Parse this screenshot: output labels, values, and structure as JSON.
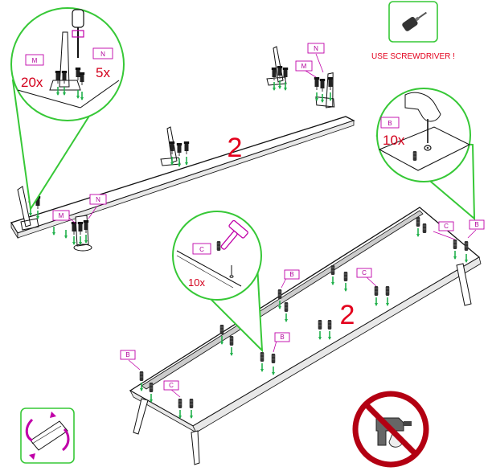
{
  "step_top": "2",
  "step_bottom": "2",
  "warning": "USE SCREWDRIVER !",
  "zoom_left": {
    "tag_m": "M",
    "qty_m": "20x",
    "tag_n": "N",
    "qty_n": "5x"
  },
  "zoom_right": {
    "tag": "B",
    "qty": "10x"
  },
  "zoom_hammer": {
    "tag": "C",
    "qty": "10x"
  },
  "top_board_tags": [
    "N",
    "M",
    "N",
    "M"
  ],
  "bottom_board_tags": [
    "C",
    "B",
    "B",
    "C",
    "B",
    "B",
    "C"
  ],
  "icons": [
    "screwdriver-icon",
    "no-power-drill-icon",
    "rotate-board-icon",
    "hammer-icon"
  ],
  "colors": {
    "accent_red": "#e3001c",
    "tag_magenta": "#c000a8",
    "callout_green": "#37c837",
    "fitting_green": "#22b14c"
  }
}
